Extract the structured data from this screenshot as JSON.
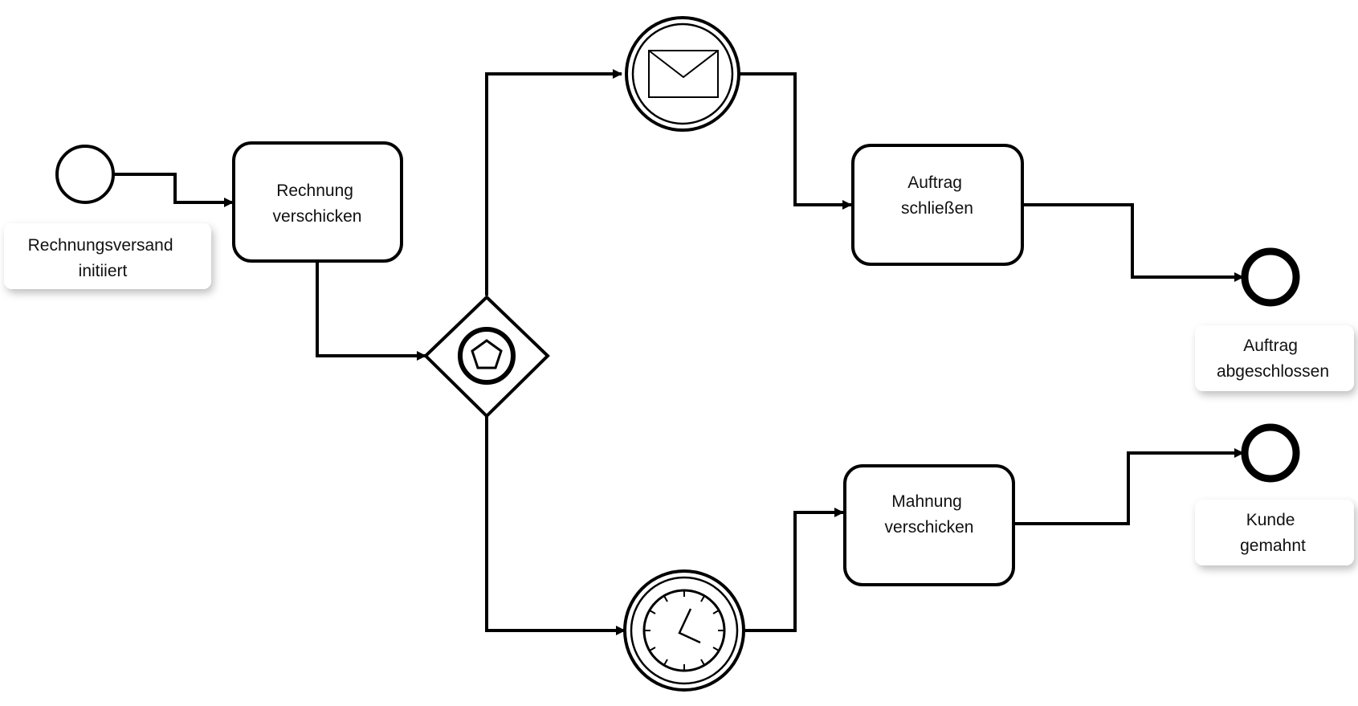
{
  "events": {
    "start_label": [
      "Rechnungsversand",
      "initiiert"
    ],
    "end_completed_label": [
      "Auftrag",
      "abgeschlossen"
    ],
    "end_reminded_label": [
      "Kunde",
      "gemahnt"
    ]
  },
  "tasks": {
    "send_invoice": [
      "Rechnung",
      "verschicken"
    ],
    "close_order": [
      "Auftrag",
      "schließen"
    ],
    "send_reminder": [
      "Mahnung",
      "verschicken"
    ]
  }
}
